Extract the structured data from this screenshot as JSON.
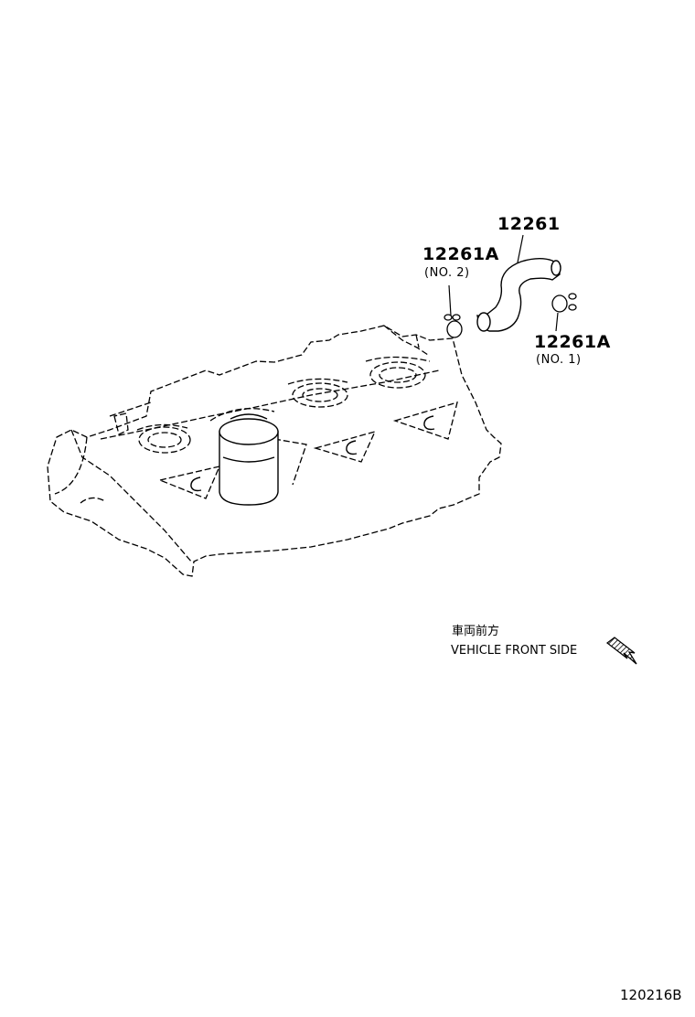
{
  "parts": {
    "hose": {
      "number": "12261"
    },
    "clamp_no2": {
      "number": "12261A",
      "sub": "(NO. 2)"
    },
    "clamp_no1": {
      "number": "12261A",
      "sub": "(NO. 1)"
    }
  },
  "direction_note": {
    "japanese": "車両前方",
    "english": "VEHICLE FRONT SIDE",
    "icon": "arrow-down-right-icon"
  },
  "figure_code": "120216B",
  "colors": {
    "line": "#000000",
    "background": "#ffffff"
  }
}
